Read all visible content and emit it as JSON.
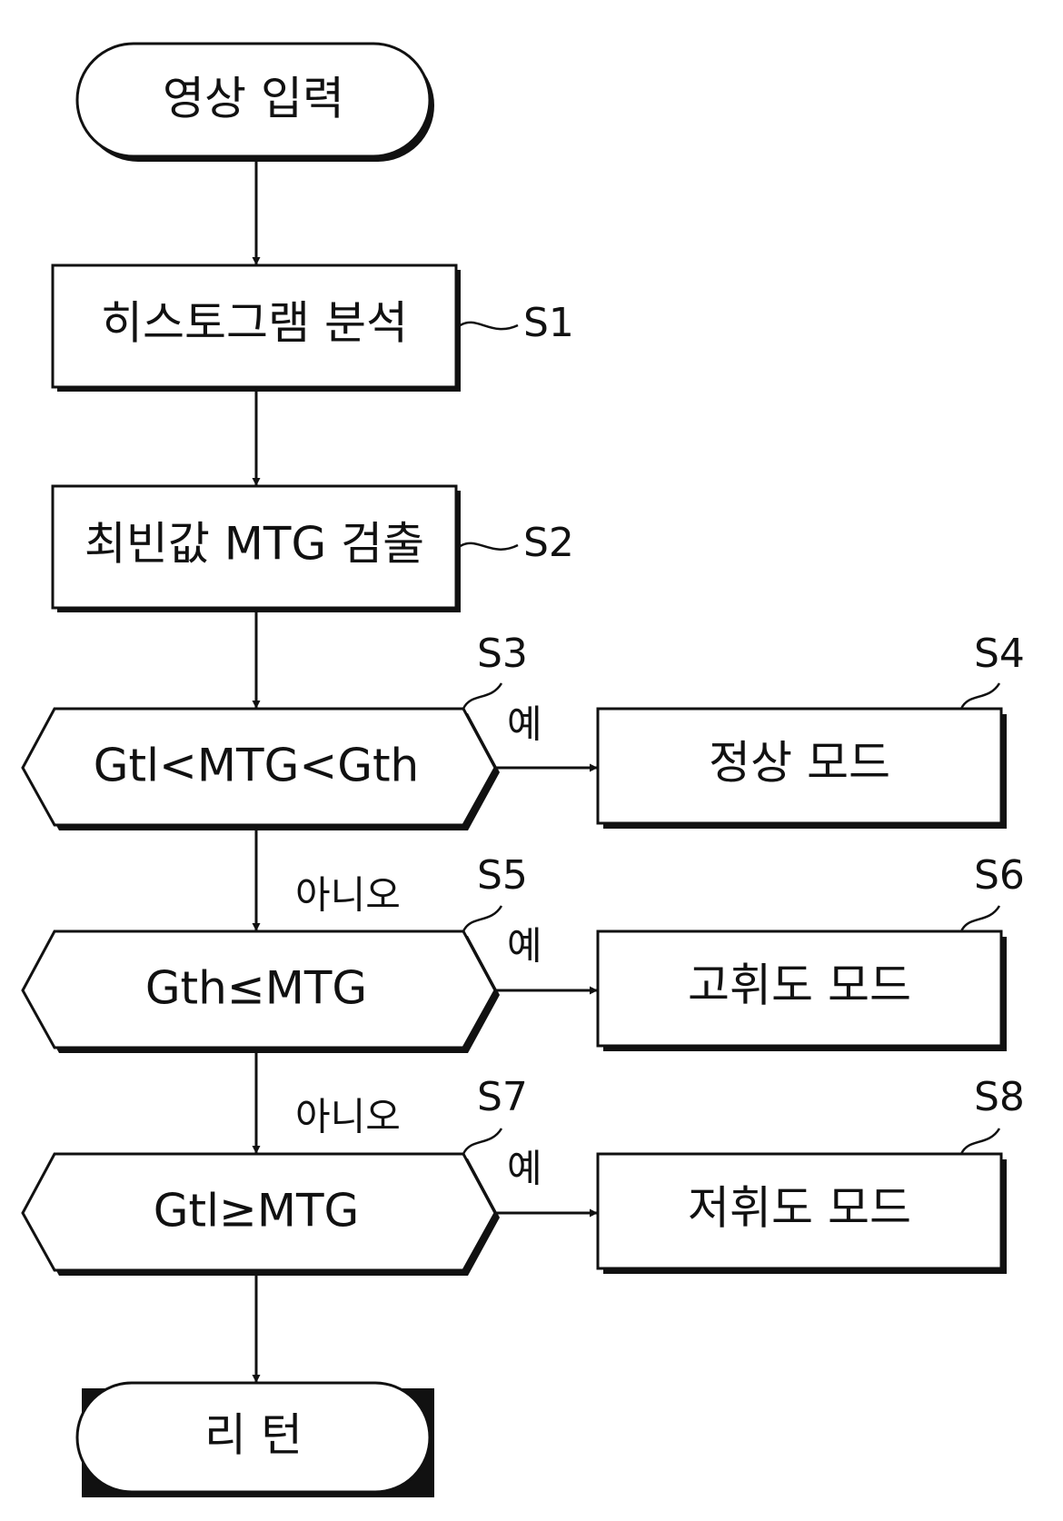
{
  "nodes": {
    "start": "영상 입력",
    "s1": "히스토그램 분석",
    "s2": "최빈값 MTG 검출",
    "s3": "Gtl<MTG<Gth",
    "s4": "정상 모드",
    "s5": "Gth≤MTG",
    "s6": "고휘도 모드",
    "s7": "Gtl≥MTG",
    "s8": "저휘도 모드",
    "end": "리 턴"
  },
  "step_tags": {
    "s1": "S1",
    "s2": "S2",
    "s3": "S3",
    "s4": "S4",
    "s5": "S5",
    "s6": "S6",
    "s7": "S7",
    "s8": "S8"
  },
  "branch_labels": {
    "yes": "예",
    "no": "아니오"
  }
}
